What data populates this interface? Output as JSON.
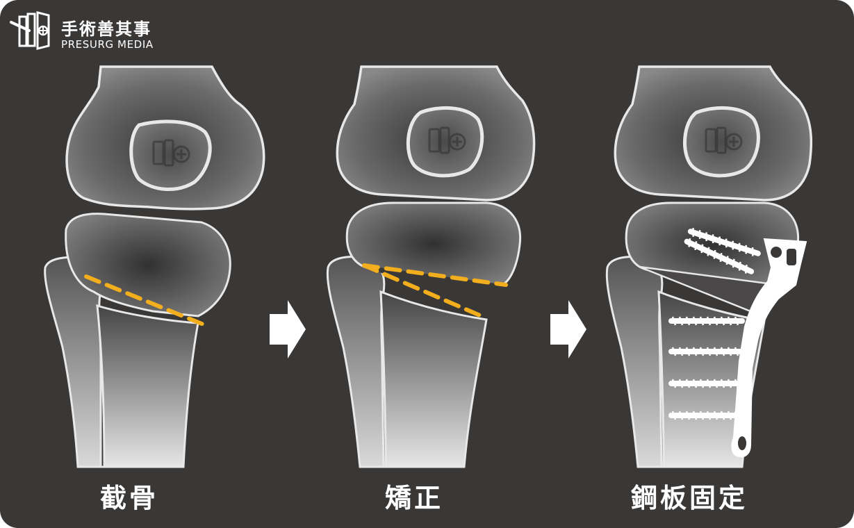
{
  "brand": {
    "name": "手術善其事",
    "subtitle": "PRESURG MEDIA"
  },
  "steps": [
    {
      "label": "截骨"
    },
    {
      "label": "矯正"
    },
    {
      "label": "鋼板固定"
    }
  ],
  "colors": {
    "background": "#3a3837",
    "bone_outline": "#e8e8e8",
    "cut_line": "#f2ae1c",
    "implant": "#ffffff",
    "text": "#ffffff"
  },
  "icons": [
    "presurg-logo-icon",
    "arrow-right-icon",
    "arrow-right-icon"
  ]
}
